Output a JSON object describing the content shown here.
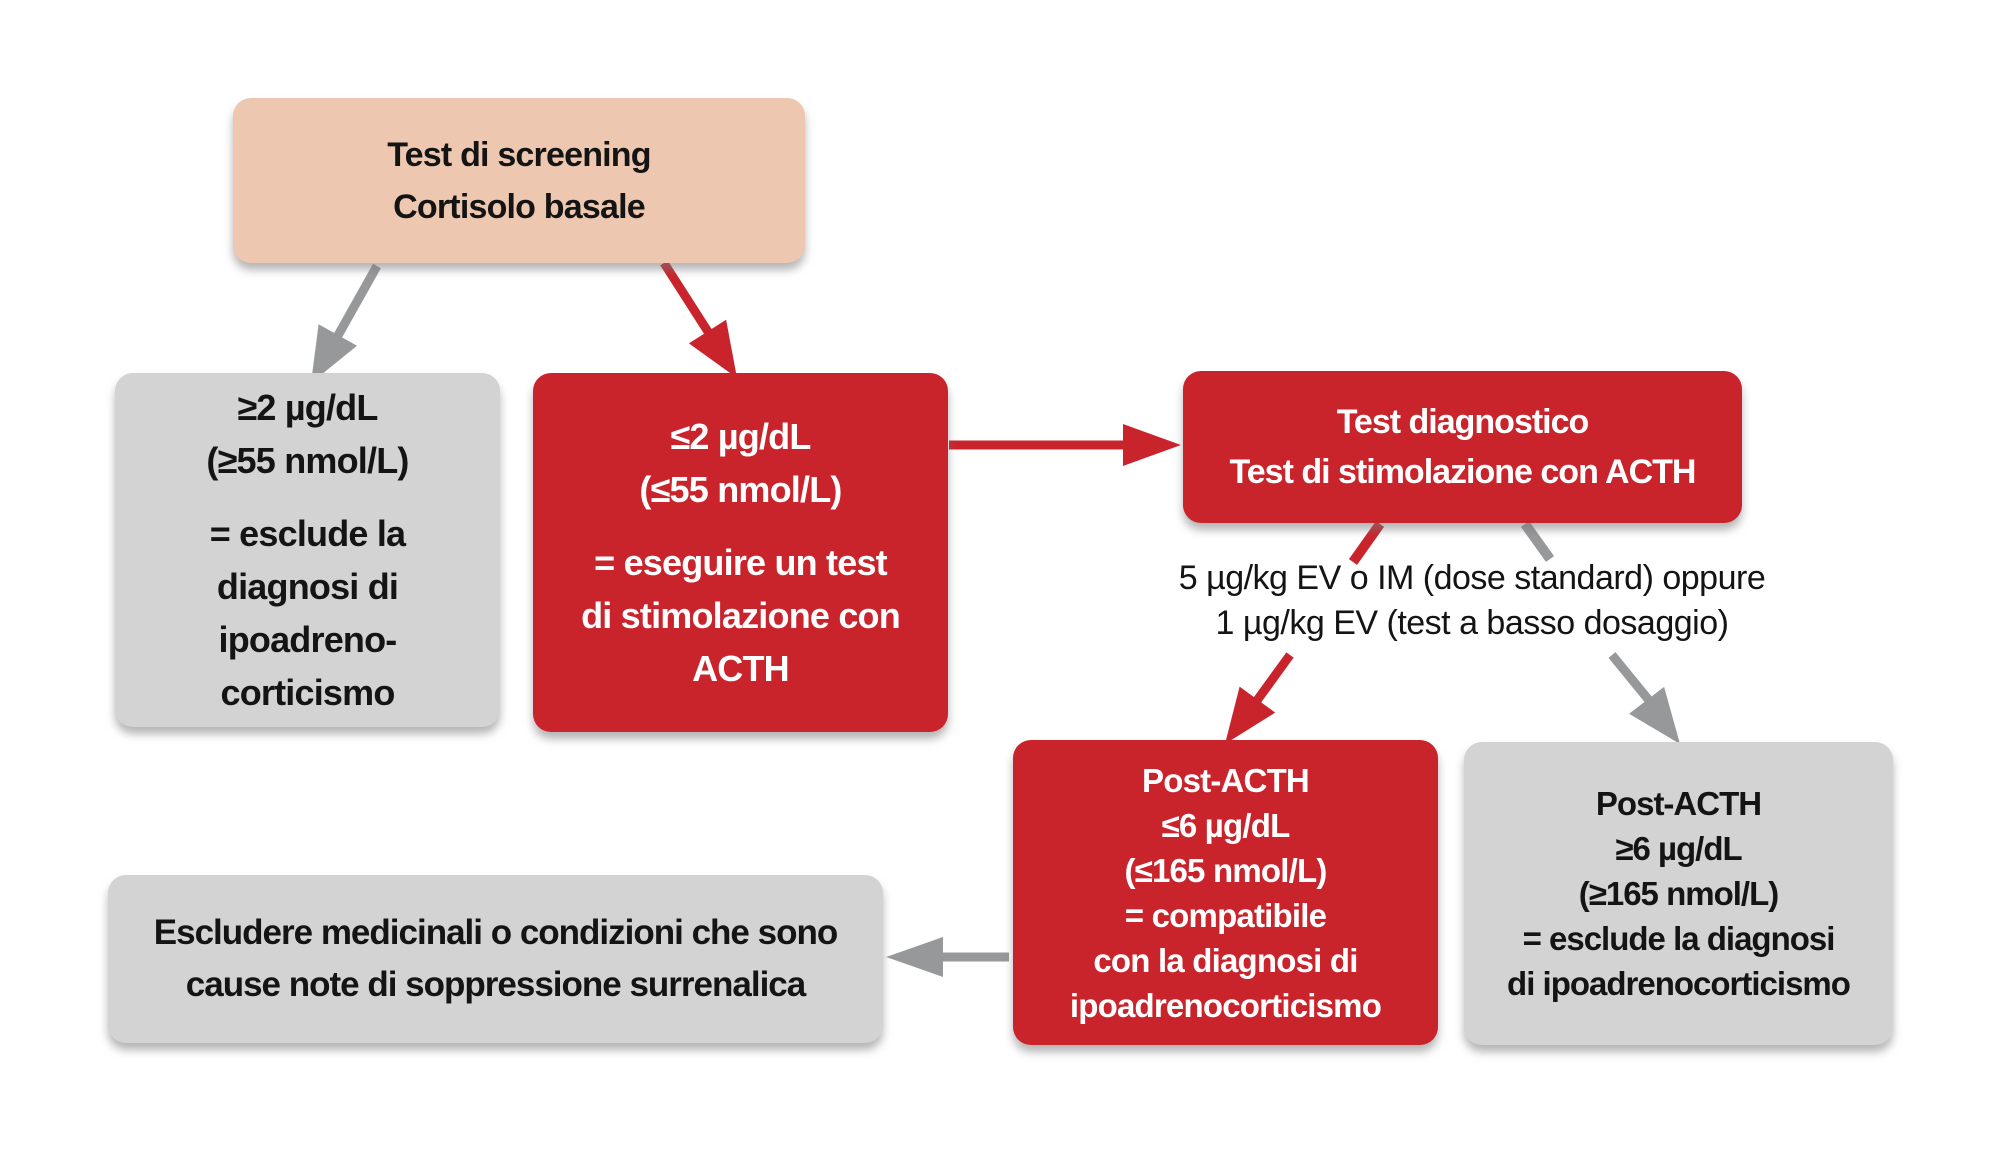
{
  "colors": {
    "background": "#ffffff",
    "red": "#C9242C",
    "peach": "#EDC7AF",
    "gray_box": "#D3D3D4",
    "gray_arrow": "#97989A",
    "text_dark": "#141414",
    "text_light": "#FFFFFF"
  },
  "nodes": {
    "screening": {
      "lines": [
        "Test di screening",
        "Cortisolo basale"
      ]
    },
    "basal_high": {
      "lines": [
        "≥2 µg/dL",
        "(≥55 nmol/L)",
        "= esclude la",
        "diagnosi di",
        "ipoadreno-",
        "corticismo"
      ]
    },
    "basal_low": {
      "lines": [
        "≤2 µg/dL",
        "(≤55 nmol/L)",
        "= eseguire un test",
        "di stimolazione con",
        "ACTH"
      ]
    },
    "diagnostic": {
      "lines": [
        "Test diagnostico",
        "Test di stimolazione con ACTH"
      ]
    },
    "dose_note": {
      "lines": [
        "5 µg/kg EV o IM (dose standard) oppure",
        "1 µg/kg EV (test a basso dosaggio)"
      ]
    },
    "post_acth_low": {
      "lines": [
        "Post-ACTH",
        "≤6 µg/dL",
        "(≤165 nmol/L)",
        "= compatibile",
        "con la diagnosi di",
        "ipoadrenocorticismo"
      ]
    },
    "post_acth_high": {
      "lines": [
        "Post-ACTH",
        "≥6 µg/dL",
        "(≥165 nmol/L)",
        "= esclude la diagnosi",
        "di ipoadrenocorticismo"
      ]
    },
    "exclude_causes": {
      "lines": [
        "Escludere medicinali o condizioni che sono",
        "cause note di soppressione surrenalica"
      ]
    }
  }
}
